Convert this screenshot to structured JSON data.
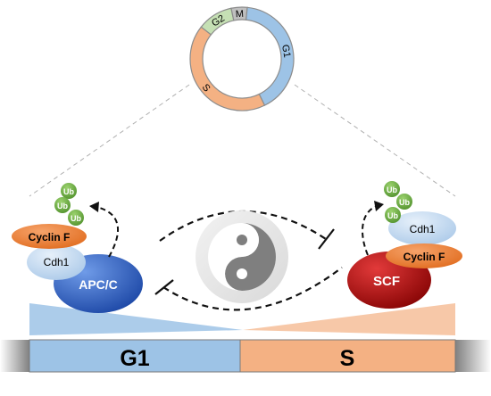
{
  "cell_cycle": {
    "phases": [
      {
        "label": "G2",
        "color": "#C5E0B4"
      },
      {
        "label": "M",
        "color": "#BFBFBF"
      },
      {
        "label": "G1",
        "color": "#9DC3E6"
      },
      {
        "label": "S",
        "color": "#F4B183"
      }
    ]
  },
  "left_complex": {
    "core": "APC/C",
    "adaptor": "Cdh1",
    "substrate": "Cyclin F",
    "ubiquitin": [
      "Ub",
      "Ub",
      "Ub"
    ]
  },
  "right_complex": {
    "core": "SCF",
    "adaptor": "Cdh1",
    "substrate": "Cyclin F",
    "ubiquitin": [
      "Ub",
      "Ub",
      "Ub"
    ]
  },
  "center_icon": "yin-yang-icon",
  "phase_bar": {
    "left_label": "G1",
    "right_label": "S"
  },
  "colors": {
    "g1_blue": "#9DC3E6",
    "s_orange": "#F4B183",
    "apc_blue": "#2E5FB8",
    "scf_red": "#B01010",
    "cyclin_orange": "#ED7D31",
    "cdh1_blue": "#BDD7EE",
    "ub_green": "#70AD47"
  }
}
